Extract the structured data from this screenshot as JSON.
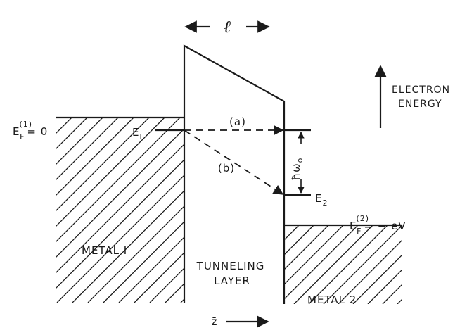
{
  "width_label": "ℓ",
  "energy_axis": {
    "line1": "ELECTRON",
    "line2": "ENERGY"
  },
  "metal1": {
    "fermi_base": "E",
    "fermi_sub": "F",
    "fermi_sup": "(1)",
    "fermi_value": "= 0",
    "label": "METAL  I"
  },
  "metal2": {
    "fermi_base": "E",
    "fermi_sub": "F",
    "fermi_sup": "(2)",
    "fermi_value": "= − eV",
    "label": "METAL  2"
  },
  "levels": {
    "e1_base": "E",
    "e1_sub": "I",
    "e2_base": "E",
    "e2_sub": "2",
    "phonon": "ħω",
    "phonon_sub": "o"
  },
  "paths": {
    "a": "(a)",
    "b": "(b)"
  },
  "barrier": {
    "line1": "TUNNELING",
    "line2": "LAYER"
  },
  "z_axis": "z̄"
}
